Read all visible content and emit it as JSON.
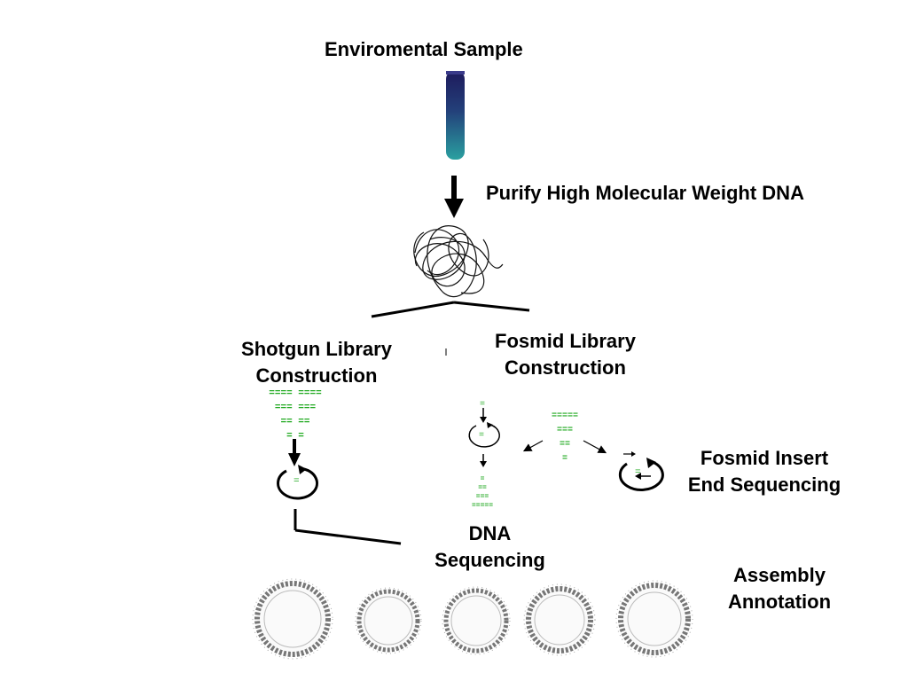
{
  "labels": {
    "sample": "Enviromental Sample",
    "purify": "Purify High Molecular Weight DNA",
    "shotgun_line1": "Shotgun Library",
    "shotgun_line2": "Construction",
    "fosmid_line1": "Fosmid Library",
    "fosmid_line2": "Construction",
    "endseq_line1": "Fosmid Insert",
    "endseq_line2": "End Sequencing",
    "dnaseq_line1": "DNA",
    "dnaseq_line2": "Sequencing",
    "assembly_line1": "Assembly",
    "assembly_line2": "Annotation"
  },
  "colors": {
    "text": "#000000",
    "dna_fragment": "#22aa22",
    "tube_top": "#1e1a5c",
    "tube_bottom": "#2aa0a0"
  },
  "icons": {
    "tube": "test-tube-icon",
    "dna_tangle": "dna-tangle-icon",
    "plasmid": "circular-vector-icon",
    "genome_map": "circular-genome-map-icon"
  },
  "fragments": {
    "shotgun": [
      "==== ====",
      "=== ===",
      "==  ==",
      "=   ="
    ],
    "fosmid_stack": [
      "=====",
      "===",
      "==",
      "="
    ],
    "sequencing_stack": [
      "=",
      "==",
      "===",
      "====="
    ],
    "fosmid_top": "=",
    "insert": "="
  }
}
